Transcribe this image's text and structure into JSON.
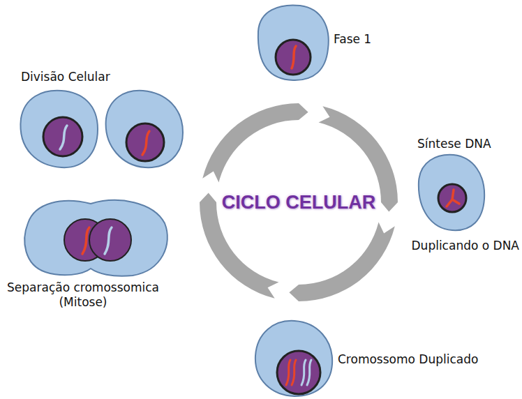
{
  "diagram": {
    "title": "CICLO CELULAR",
    "labels": [
      "Fase 1",
      "Síntese DNA",
      "Duplicando o DNA",
      "Cromossomo Duplicado",
      "Separação cromossomica (Mitose)",
      "Divisão Celular"
    ]
  }
}
